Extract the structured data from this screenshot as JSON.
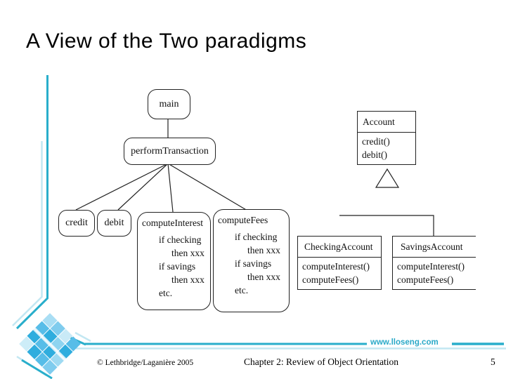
{
  "title": "A View of the Two paradigms",
  "proc": {
    "main": "main",
    "perform": "performTransaction",
    "credit": "credit",
    "debit": "debit",
    "computeInterest": {
      "title": "computeInterest",
      "lines": [
        "if checking",
        "then xxx",
        "if savings",
        "then xxx",
        "etc."
      ]
    },
    "computeFees": {
      "title": "computeFees",
      "lines": [
        "if checking",
        "then xxx",
        "if savings",
        "then xxx",
        "etc."
      ]
    }
  },
  "uml": {
    "account": {
      "name": "Account",
      "methods": [
        "credit()",
        "debit()"
      ]
    },
    "checking": {
      "name": "CheckingAccount",
      "methods": [
        "computeInterest()",
        "computeFees()"
      ]
    },
    "savings": {
      "name": "SavingsAccount",
      "methods": [
        "computeInterest()",
        "computeFees()"
      ]
    }
  },
  "footer": {
    "website": "www.lloseng.com",
    "copyright": "© Lethbridge/Laganière 2005",
    "chapter": "Chapter 2: Review of Object Orientation",
    "page": "5"
  },
  "colors": {
    "accent_cyan": "#29aecb",
    "accent_cyan_light": "#c2e7f2",
    "website_text": "#2aa9c8",
    "logo_blue": "#2fadde"
  }
}
